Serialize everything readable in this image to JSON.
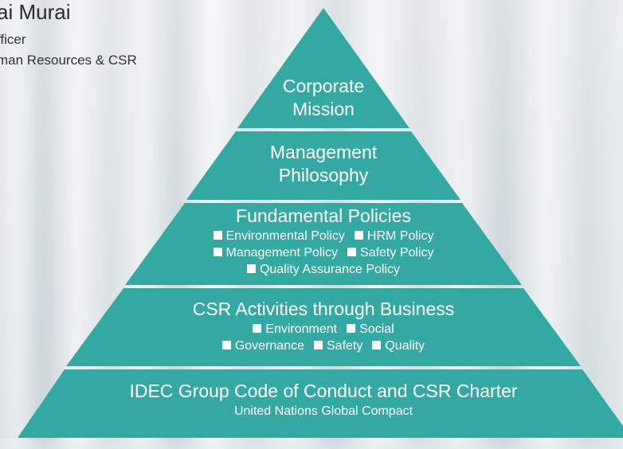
{
  "speaker": {
    "name": "ai Murai",
    "title_line1": "fficer",
    "title_line2": "man Resources & CSR"
  },
  "pyramid": {
    "fill_color": "#34a8a3",
    "divider_color": "#ffffff",
    "layers": [
      {
        "title_line1": "Corporate",
        "title_line2": "Mission"
      },
      {
        "title_line1": "Management",
        "title_line2": "Philosophy"
      },
      {
        "title": "Fundamental Policies",
        "items": [
          "Environmental Policy",
          "HRM Policy",
          "Management Policy",
          "Safety Policy",
          "Quality Assurance Policy"
        ]
      },
      {
        "title": "CSR Activities through Business",
        "items": [
          "Environment",
          "Social",
          "Governance",
          "Safety",
          "Quality"
        ]
      },
      {
        "title": "IDEC Group Code of Conduct and CSR Charter",
        "subtitle": "United Nations Global Compact"
      }
    ]
  }
}
